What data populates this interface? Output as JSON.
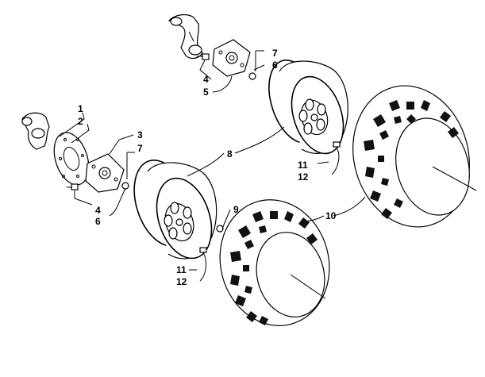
{
  "callouts": {
    "c1": "1",
    "c2": "2",
    "c3": "3",
    "c4_left": "4",
    "c4_top": "4",
    "c5": "5",
    "c6_left": "6",
    "c6_top": "6",
    "c7_left": "7",
    "c7_top": "7",
    "c8": "8",
    "c9": "9",
    "c10": "10",
    "c11_left": "11",
    "c11_right": "11",
    "c12_left": "12",
    "c12_right": "12"
  }
}
